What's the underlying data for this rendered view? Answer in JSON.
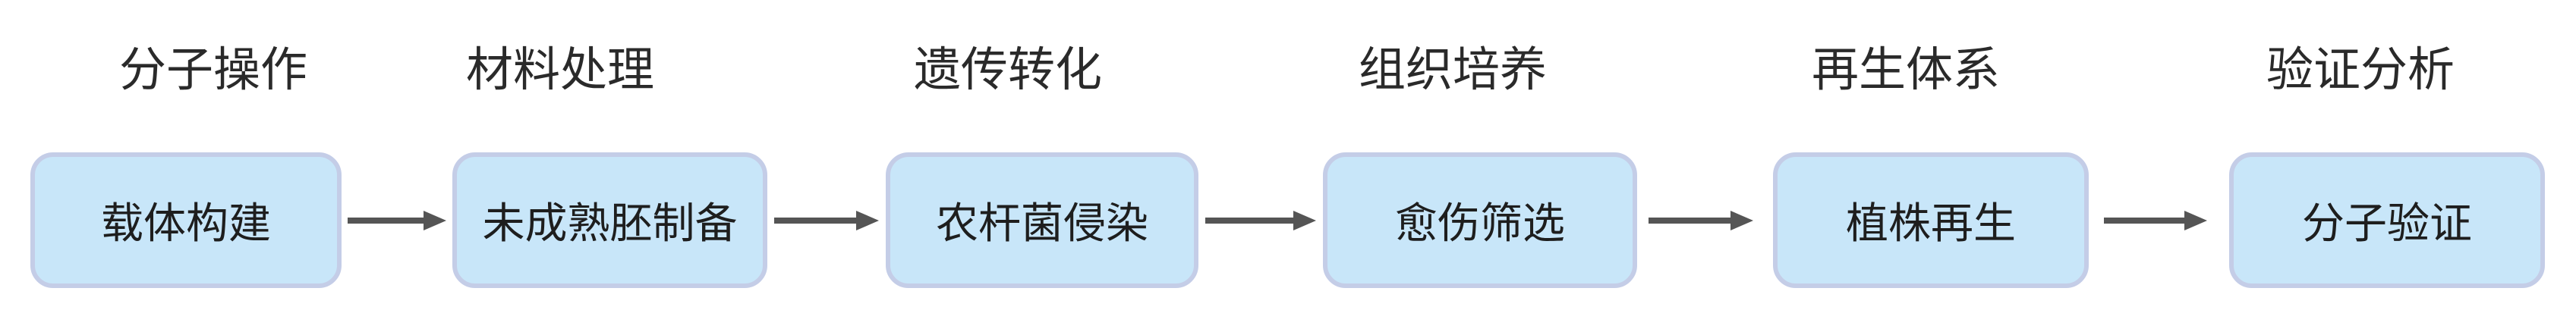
{
  "diagram": {
    "stages": [
      {
        "header": "分子操作",
        "box": "载体构建"
      },
      {
        "header": "材料处理",
        "box": "未成熟胚制备"
      },
      {
        "header": "遗传转化",
        "box": "农杆菌侵染"
      },
      {
        "header": "组织培养",
        "box": "愈伤筛选"
      },
      {
        "header": "再生体系",
        "box": "植株再生"
      },
      {
        "header": "验证分析",
        "box": "分子验证"
      }
    ],
    "colors": {
      "box_fill": "#c8e6f9",
      "box_border": "#c4cde7",
      "arrow": "#555555",
      "text": "#2a2a2a"
    }
  }
}
